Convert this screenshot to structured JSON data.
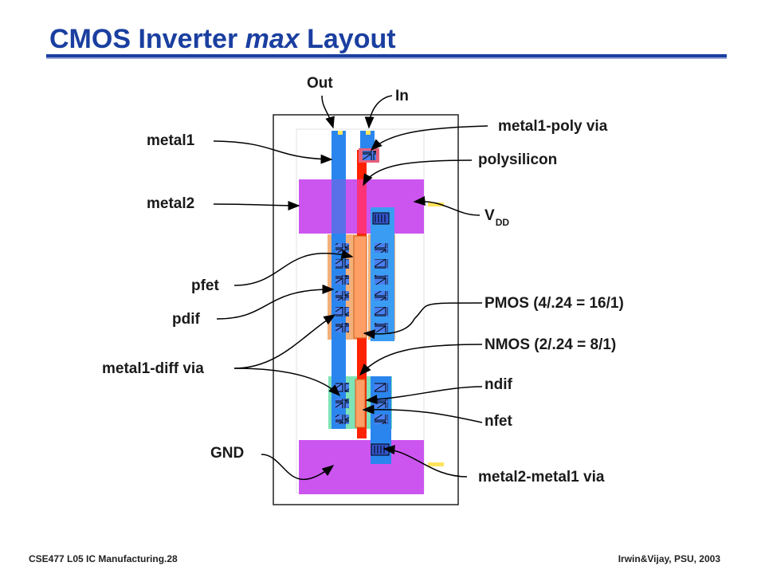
{
  "slide": {
    "title_main": "CMOS Inverter ",
    "title_em": "max",
    "title_tail": " Layout"
  },
  "labels": {
    "out": "Out",
    "in": "In",
    "metal1": "metal1",
    "metal2": "metal2",
    "pfet": "pfet",
    "pdif": "pdif",
    "metal1_diff_via": "metal1-diff via",
    "gnd": "GND",
    "metal1_poly_via": "metal1-poly via",
    "polysilicon": "polysilicon",
    "vdd_main": "V",
    "vdd_sub": "DD",
    "pmos": "PMOS (4/.24 = 16/1)",
    "nmos": "NMOS (2/.24 = 8/1)",
    "ndif": "ndif",
    "nfet": "nfet",
    "metal2_metal1_via": "metal2-metal1 via"
  },
  "footer": {
    "left": "CSE477  L05 IC Manufacturing.28",
    "right": "Irwin&Vijay, PSU, 2003"
  },
  "colors": {
    "title": "#1a3fa0",
    "metal1": "#1f6fe8",
    "metal2": "#cc55f0",
    "poly": "#ff2200",
    "pdiff": "#f0a868",
    "ndiff": "#55ddaa",
    "via_bg": "#4477ee"
  }
}
